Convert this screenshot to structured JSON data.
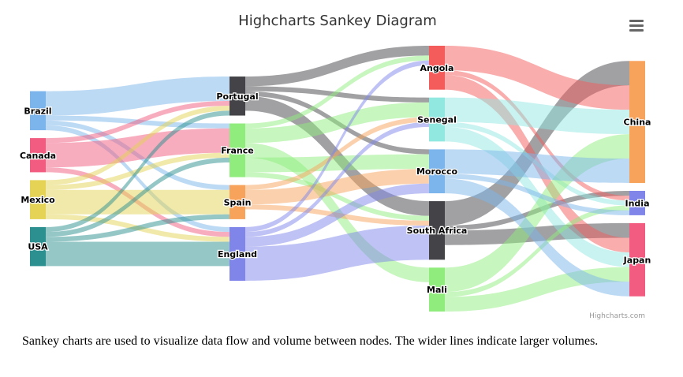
{
  "title": "Highcharts Sankey Diagram",
  "menu_icon": "hamburger-menu-icon",
  "credits": "Highcharts.com",
  "caption": "Sankey charts are used to visualize data flow and volume between nodes. The wider lines indicate larger volumes.",
  "chart_data": {
    "type": "sankey",
    "title": "Highcharts Sankey Diagram",
    "columns": [
      [
        "Brazil",
        "Canada",
        "Mexico",
        "USA"
      ],
      [
        "Portugal",
        "France",
        "Spain",
        "England"
      ],
      [
        "Angola",
        "Senegal",
        "Morocco",
        "South Africa",
        "Mali"
      ],
      [
        "China",
        "India",
        "Japan"
      ]
    ],
    "nodes": [
      {
        "id": "Brazil",
        "color": "#7cb5ec"
      },
      {
        "id": "Canada",
        "color": "#f15c80"
      },
      {
        "id": "Mexico",
        "color": "#e4d354"
      },
      {
        "id": "USA",
        "color": "#2b908f"
      },
      {
        "id": "Portugal",
        "color": "#434348"
      },
      {
        "id": "France",
        "color": "#90ed7d"
      },
      {
        "id": "Spain",
        "color": "#f7a35c"
      },
      {
        "id": "England",
        "color": "#8085e9"
      },
      {
        "id": "Angola",
        "color": "#f45b5b"
      },
      {
        "id": "Senegal",
        "color": "#91e8e1"
      },
      {
        "id": "Morocco",
        "color": "#7cb5ec"
      },
      {
        "id": "South Africa",
        "color": "#434348"
      },
      {
        "id": "Mali",
        "color": "#90ed7d"
      },
      {
        "id": "China",
        "color": "#f7a35c"
      },
      {
        "id": "India",
        "color": "#8085e9"
      },
      {
        "id": "Japan",
        "color": "#f15c80"
      }
    ],
    "links": [
      [
        "Brazil",
        "Portugal",
        5
      ],
      [
        "Brazil",
        "France",
        1
      ],
      [
        "Brazil",
        "Spain",
        1
      ],
      [
        "Brazil",
        "England",
        1
      ],
      [
        "Canada",
        "Portugal",
        1
      ],
      [
        "Canada",
        "France",
        5
      ],
      [
        "Canada",
        "England",
        1
      ],
      [
        "Mexico",
        "Portugal",
        1
      ],
      [
        "Mexico",
        "France",
        1
      ],
      [
        "Mexico",
        "Spain",
        5
      ],
      [
        "Mexico",
        "England",
        1
      ],
      [
        "USA",
        "Portugal",
        1
      ],
      [
        "USA",
        "France",
        1
      ],
      [
        "USA",
        "Spain",
        1
      ],
      [
        "USA",
        "England",
        5
      ],
      [
        "Portugal",
        "Angola",
        2
      ],
      [
        "Portugal",
        "Senegal",
        1
      ],
      [
        "Portugal",
        "Morocco",
        1
      ],
      [
        "Portugal",
        "South Africa",
        3
      ],
      [
        "France",
        "Angola",
        1
      ],
      [
        "France",
        "Senegal",
        3
      ],
      [
        "France",
        "Mali",
        3
      ],
      [
        "France",
        "Morocco",
        3
      ],
      [
        "France",
        "South Africa",
        1
      ],
      [
        "Spain",
        "Senegal",
        1
      ],
      [
        "Spain",
        "Morocco",
        3
      ],
      [
        "Spain",
        "South Africa",
        1
      ],
      [
        "England",
        "Angola",
        1
      ],
      [
        "England",
        "Senegal",
        1
      ],
      [
        "England",
        "Morocco",
        2
      ],
      [
        "England",
        "South Africa",
        7
      ],
      [
        "South Africa",
        "China",
        5
      ],
      [
        "South Africa",
        "India",
        1
      ],
      [
        "South Africa",
        "Japan",
        3
      ],
      [
        "Angola",
        "China",
        5
      ],
      [
        "Angola",
        "India",
        1
      ],
      [
        "Angola",
        "Japan",
        3
      ],
      [
        "Senegal",
        "China",
        5
      ],
      [
        "Senegal",
        "India",
        1
      ],
      [
        "Senegal",
        "Japan",
        3
      ],
      [
        "Mali",
        "China",
        5
      ],
      [
        "Mali",
        "India",
        1
      ],
      [
        "Mali",
        "Japan",
        3
      ],
      [
        "Morocco",
        "China",
        5
      ],
      [
        "Morocco",
        "India",
        1
      ],
      [
        "Morocco",
        "Japan",
        3
      ]
    ]
  }
}
